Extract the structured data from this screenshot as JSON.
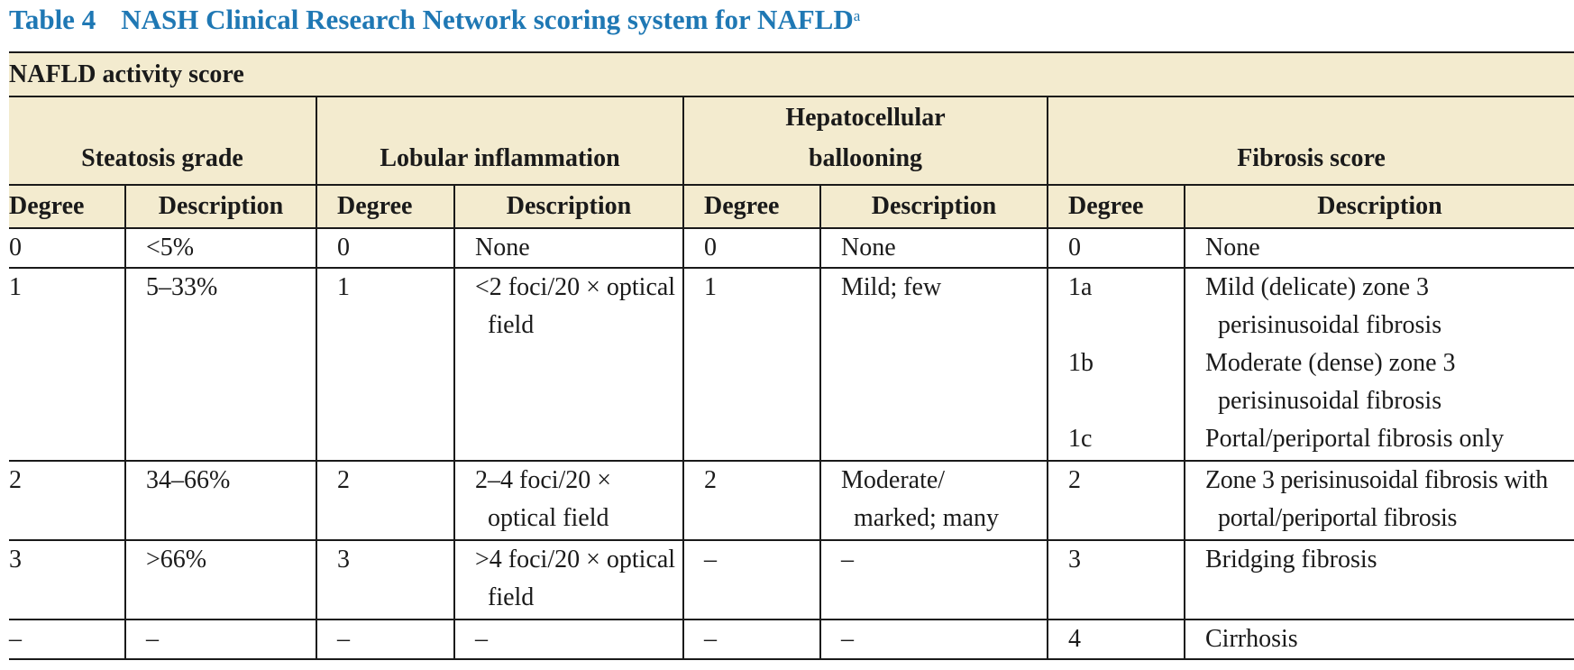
{
  "caption": {
    "label": "Table 4",
    "title": "NASH Clinical Research Network scoring system for NAFLD",
    "footnote_mark": "a"
  },
  "table": {
    "band_label": "NAFLD activity score",
    "groups": [
      "Steatosis grade",
      "Lobular inflammation",
      "Hepatocellular ballooning",
      "Fibrosis score"
    ],
    "subheaders": [
      "Degree",
      "Description",
      "Degree",
      "Description",
      "Degree",
      "Description",
      "Degree",
      "Description"
    ],
    "rows": [
      {
        "s_deg": "0",
        "s_desc": "<5%",
        "l_deg": "0",
        "l_desc": "None",
        "b_deg": "0",
        "b_desc": "None",
        "f_deg": [
          "0"
        ],
        "f_desc": [
          "None"
        ]
      },
      {
        "s_deg": "1",
        "s_desc": "5–33%",
        "l_deg": "1",
        "l_desc": "<2 foci/20 × optical field",
        "b_deg": "1",
        "b_desc": "Mild; few",
        "f_deg": [
          "1a",
          "1b",
          "1c"
        ],
        "f_desc": [
          "Mild (delicate) zone 3 perisinusoidal fibrosis",
          "Moderate (dense) zone 3 perisinusoidal fibrosis",
          "Portal/periportal fibrosis only"
        ]
      },
      {
        "s_deg": "2",
        "s_desc": "34–66%",
        "l_deg": "2",
        "l_desc": "2–4 foci/20 × optical field",
        "b_deg": "2",
        "b_desc": "Moderate/ marked; many",
        "f_deg": [
          "2"
        ],
        "f_desc": [
          "Zone 3 perisinusoidal fibrosis with portal/periportal fibrosis"
        ]
      },
      {
        "s_deg": "3",
        "s_desc": ">66%",
        "l_deg": "3",
        "l_desc": ">4 foci/20 × optical field",
        "b_deg": "–",
        "b_desc": "–",
        "f_deg": [
          "3"
        ],
        "f_desc": [
          "Bridging fibrosis"
        ]
      },
      {
        "s_deg": "–",
        "s_desc": "–",
        "l_deg": "–",
        "l_desc": "–",
        "b_deg": "–",
        "b_desc": "–",
        "f_deg": [
          "4"
        ],
        "f_desc": [
          "Cirrhosis"
        ]
      }
    ]
  },
  "colors": {
    "caption_blue": "#1f78b4",
    "header_tan": "#f3ebcf",
    "rule": "#1a1a1a"
  }
}
